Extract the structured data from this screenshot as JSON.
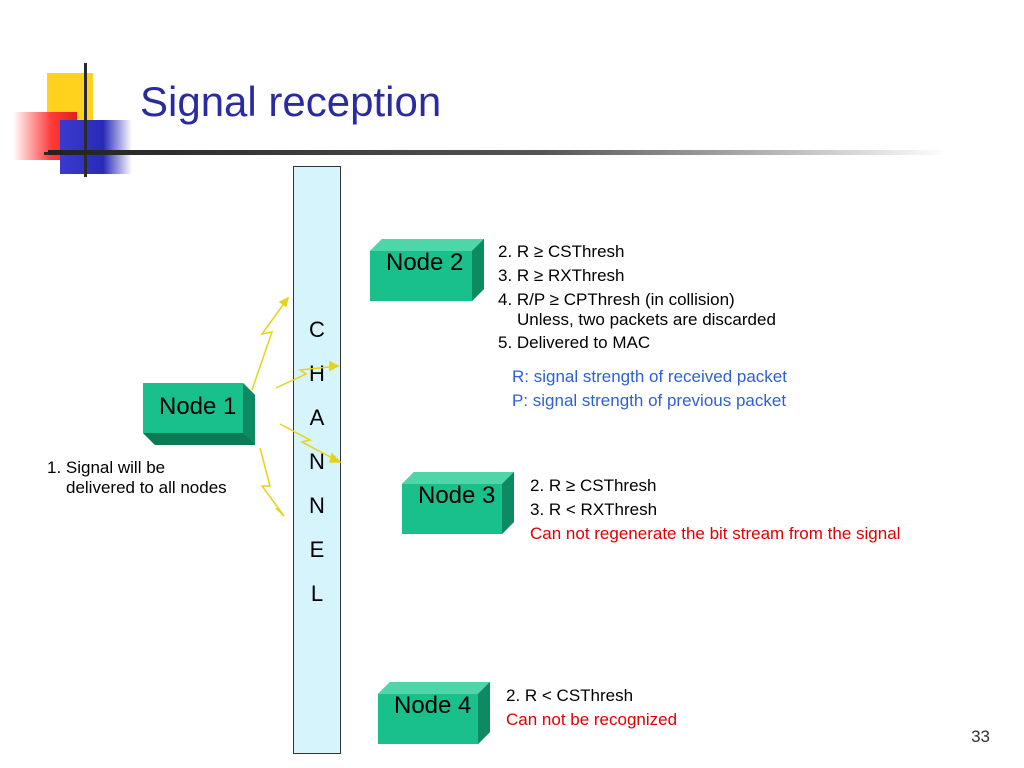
{
  "slide": {
    "title": "Signal reception",
    "page_number": "33"
  },
  "channel": {
    "letters": [
      "C",
      "H",
      "A",
      "N",
      "N",
      "E",
      "L"
    ]
  },
  "nodes": {
    "node1": "Node 1",
    "node2": "Node 2",
    "node3": "Node 3",
    "node4": "Node 4"
  },
  "node1_note": {
    "line1": "1. Signal will be",
    "line2": "delivered to all nodes"
  },
  "node2_notes": {
    "l1": "2. R ≥ CSThresh",
    "l2": "3. R ≥ RXThresh",
    "l3": "4. R/P ≥ CPThresh (in collision)",
    "l4": "Unless, two packets are discarded",
    "l5": "5. Delivered to MAC"
  },
  "legend": {
    "r_def": "R: signal strength of received packet",
    "p_def": "P: signal strength of previous packet"
  },
  "node3_notes": {
    "l1": "2. R ≥ CSThresh",
    "l2": "3. R < RXThresh",
    "l3": "Can not regenerate the bit stream from the signal"
  },
  "node4_notes": {
    "l1": "2. R < CSThresh",
    "l2": "Can not be recognized"
  },
  "colors": {
    "title": "#2b2ba0",
    "node_face": "#19c08c",
    "node_side": "#0e8a62",
    "node_top": "#7de3bf",
    "channel_fill": "#d6f4fb",
    "note_blue": "#2f5fd6",
    "note_red": "#e00000",
    "signal_bolt": "#e6d21a"
  }
}
